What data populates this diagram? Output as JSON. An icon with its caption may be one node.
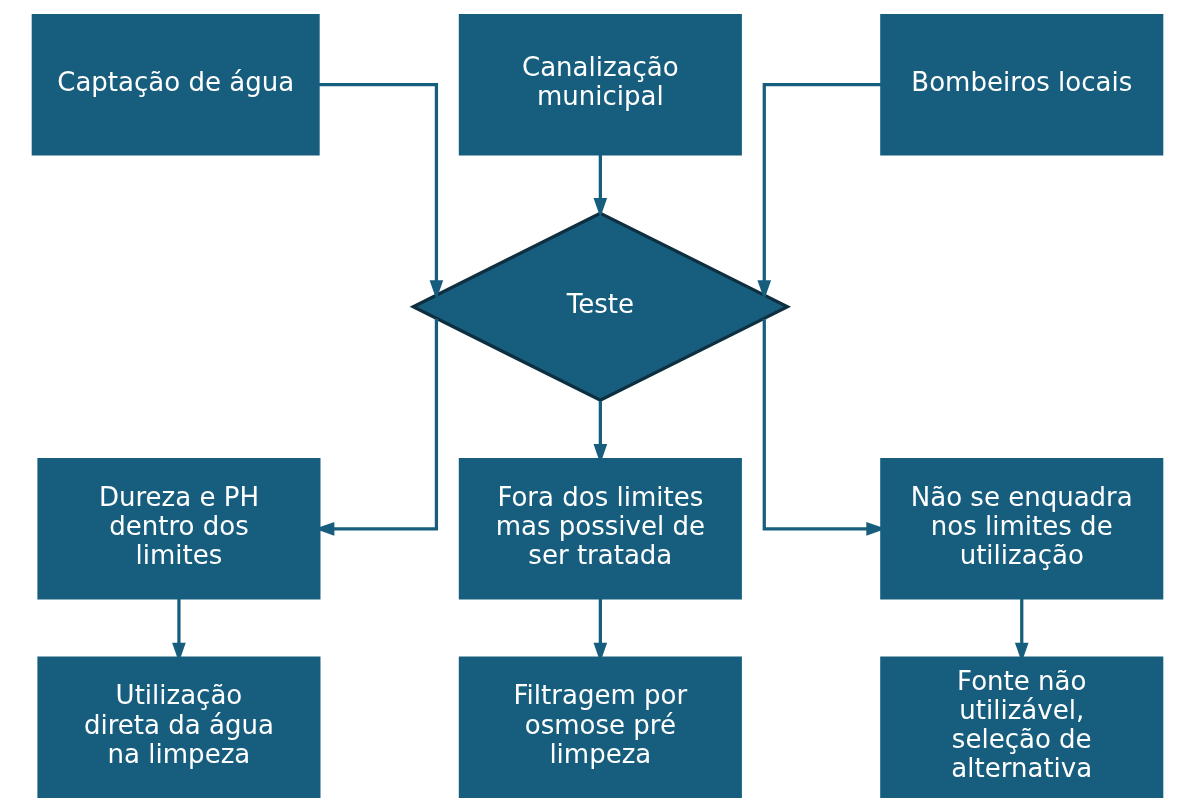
{
  "diagram": {
    "nodes": [
      {
        "text": [
          "Captação de água"
        ]
      },
      {
        "text": [
          "Canalização municipal"
        ]
      },
      {
        "text": [
          "Bombeiros locais"
        ]
      },
      {
        "text": [
          "Teste"
        ]
      },
      {
        "text": [
          "Dureza e PH dentro dos limites"
        ]
      },
      {
        "text": [
          "Fora dos limites mas possivel de ser tratada"
        ]
      },
      {
        "text": [
          "Não se enquadra nos limites de utilização"
        ]
      },
      {
        "text": [
          "Utilização direta da água na limpeza"
        ]
      },
      {
        "text": [
          "Filtragem por osmose pré limpeza"
        ]
      },
      {
        "text": [
          "Fonte não utilizável, seleção de alternativa"
        ]
      }
    ],
    "edges": [
      {
        "from": 0,
        "to": 3,
        "arrow": "to"
      },
      {
        "from": 1,
        "to": 3,
        "arrow": "to"
      },
      {
        "from": 2,
        "to": 3,
        "arrow": "to"
      },
      {
        "from": 3,
        "to": 4,
        "arrow": "to"
      },
      {
        "from": 3,
        "to": 5,
        "arrow": "to"
      },
      {
        "from": 3,
        "to": 6,
        "arrow": "to"
      },
      {
        "from": 4,
        "to": 7,
        "arrow": "to"
      },
      {
        "from": 5,
        "to": 8,
        "arrow": "to"
      },
      {
        "from": 6,
        "to": 9,
        "arrow": "to"
      }
    ]
  }
}
